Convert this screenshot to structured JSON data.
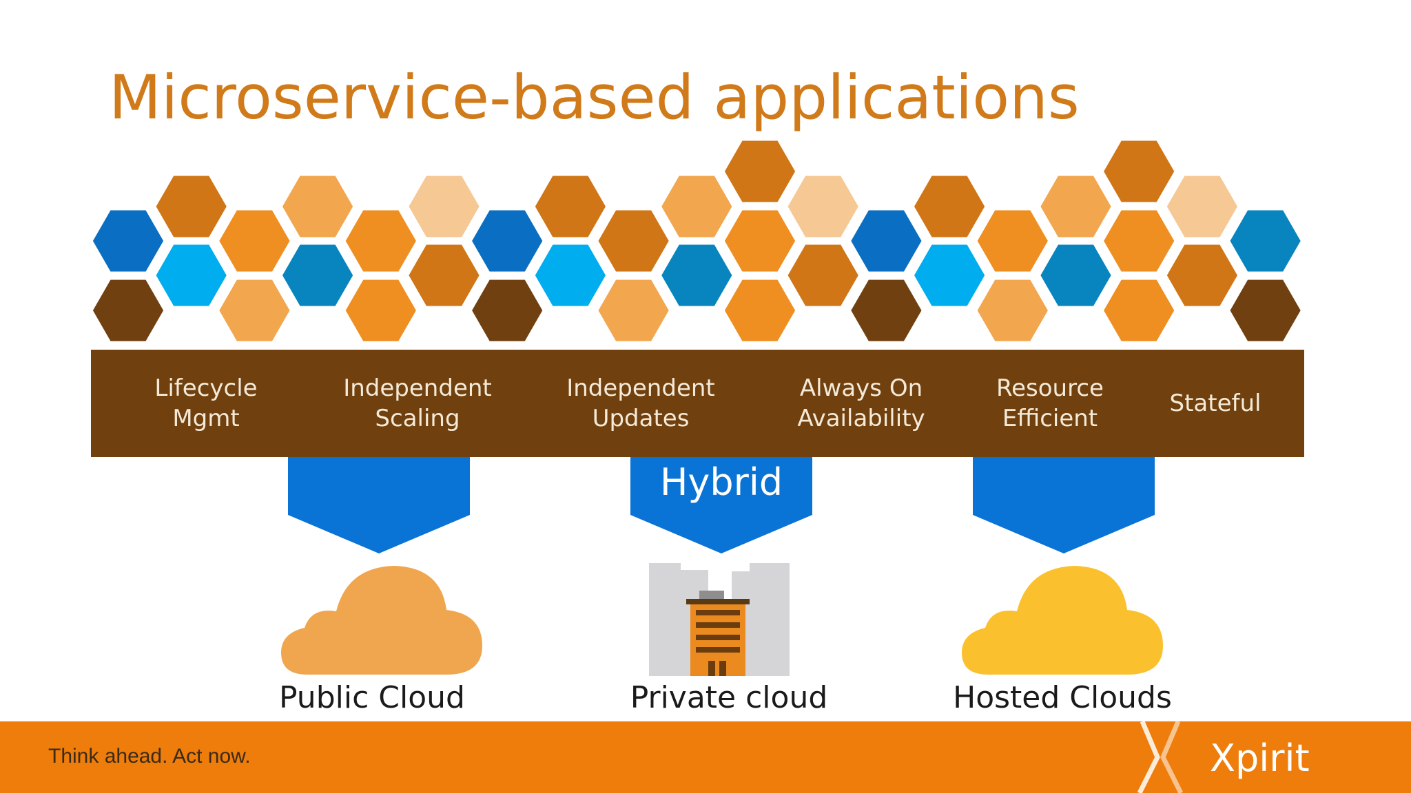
{
  "slide": {
    "title": "Microservice-based applications"
  },
  "honeycomb": {
    "colors": {
      "dark_blue": "#0a6fc2",
      "light_blue": "#00adef",
      "teal_blue": "#0884bf",
      "dark_orange": "#d07617",
      "orange": "#ef8f22",
      "light_orange": "#f2a64e",
      "pale_orange": "#f6c894",
      "brown": "#704010"
    }
  },
  "capabilities": [
    {
      "label": "Lifecycle\nMgmt"
    },
    {
      "label": "Independent\nScaling"
    },
    {
      "label": "Independent\nUpdates"
    },
    {
      "label": "Always On\nAvailability"
    },
    {
      "label": "Resource\nEfficient"
    },
    {
      "label": "Stateful"
    }
  ],
  "deployment": {
    "hybrid_label": "Hybrid",
    "targets": [
      {
        "caption": "Public Cloud",
        "icon": "cloud-icon",
        "color": "#f0a64f"
      },
      {
        "caption": "Private cloud",
        "icon": "building-icon",
        "color": "#ea8a1f"
      },
      {
        "caption": "Hosted Clouds",
        "icon": "cloud-icon",
        "color": "#fbc02d"
      }
    ]
  },
  "footer": {
    "tagline": "Think ahead. Act now.",
    "brand": "Xpirit"
  }
}
